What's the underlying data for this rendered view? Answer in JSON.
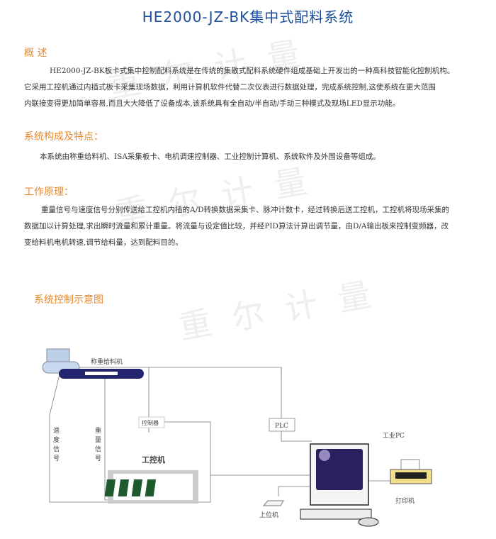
{
  "title": "HE2000-JZ-BK集中式配料系统",
  "watermark": "重尔计量",
  "overview": {
    "heading": "概  述",
    "lines": [
      "HE2000-JZ-BK板卡式集中控制配料系统是在传统的集散式配料系统硬件组成基础上开发出的一种高科技智能化控制机构。",
      "它采用工控机通过内插式板卡采集现场数据，利用计算机软件代替二次仪表进行数据处理，完成系统控制,这使系统在更大范围",
      "内联接变得更加简单容易,而且大大降低了设备成本,该系统具有全自动/半自动/手动三种模式及现场LED显示功能。"
    ]
  },
  "composition": {
    "heading": "系统构成及特点：",
    "text": "本系统由称重给料机、ISA采集板卡、电机调速控制器、工业控制计算机、系统软件及外围设备等组成。"
  },
  "principle": {
    "heading": "工作原理：",
    "lines": [
      "重量信号与速度信号分别传送给工控机内插的A/D转换数据采集卡、脉冲计数卡，经过转换后送工控机，工控机将现场采集的",
      "数据加以计算处理,求出瞬时流量和累计重量。将流量与设定值比较，并经PID算法计算出调节量，由D/A输出板来控制变频器，改",
      "变给料机电机转速,调节给料量，达到配料目的。"
    ]
  },
  "diagram": {
    "heading": "系统控制示意图",
    "feeder": "称重给料机",
    "speed_signal": [
      "速",
      "度",
      "信",
      "号"
    ],
    "weight_signal": [
      "重",
      "量",
      "信",
      "号"
    ],
    "controller": "控制器",
    "plc": "PLC",
    "ipc": "工控机",
    "industrial_pc": "工业PC",
    "printer": "打印机",
    "host": "上位机"
  }
}
